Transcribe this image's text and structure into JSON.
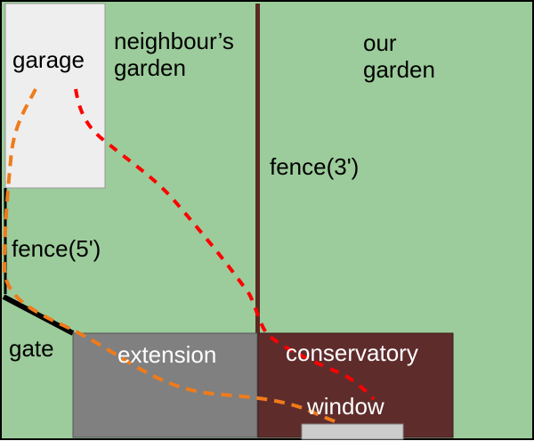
{
  "colors": {
    "garden": "#9ccc9b",
    "garage": "#eeeeee",
    "extension": "#808080",
    "conservatory": "#5f2c2c",
    "window": "#cccccc",
    "fence_line": "#5a2a22",
    "border": "#000000",
    "path_orange": "#f07b1a",
    "path_red": "#ff0000"
  },
  "labels": {
    "garage": "garage",
    "neighbour_garden_line1": "neighbour’s",
    "neighbour_garden_line2": "garden",
    "our_garden_line1": "our",
    "our_garden_line2": "garden",
    "fence_3": "fence(3')",
    "fence_5": "fence(5')",
    "gate": "gate",
    "extension": "extension",
    "conservatory": "conservatory",
    "window": "window"
  }
}
